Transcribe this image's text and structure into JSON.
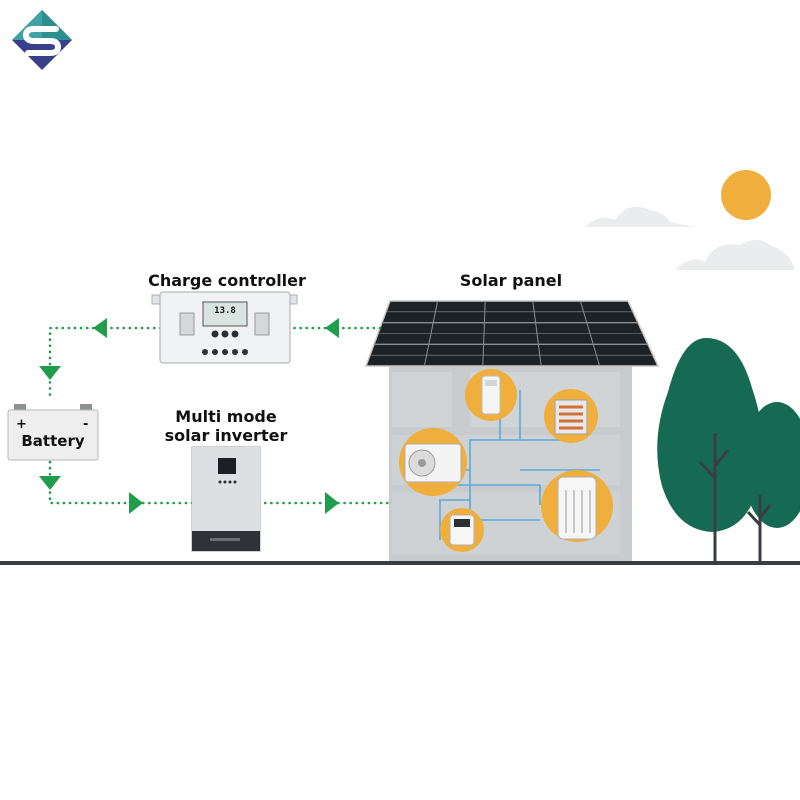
{
  "labels": {
    "charge_controller": "Charge controller",
    "solar_panel": "Solar panel",
    "battery": "Battery",
    "battery_plus": "+",
    "battery_minus": "-",
    "inverter_line1": "Multi mode",
    "inverter_line2": "solar inverter",
    "controller_display": "13.8"
  },
  "colors": {
    "flow_line": "#1f9d4a",
    "sun": "#f0ae3c",
    "tree": "#166a54",
    "house_wall": "#c9cccf",
    "appliance_circle": "#f0ae3c",
    "wiring": "#5aa9d8",
    "ground": "#3a3d44"
  },
  "icons": [
    "logo-icon",
    "sun-icon",
    "cloud-icon",
    "tree-icon",
    "solar-panel-icon",
    "charge-controller-icon",
    "battery-icon",
    "inverter-icon",
    "house-icon",
    "air-conditioner-icon",
    "remote-control-icon",
    "heater-icon",
    "oil-radiator-icon",
    "thermostat-icon",
    "arrow-icon"
  ]
}
